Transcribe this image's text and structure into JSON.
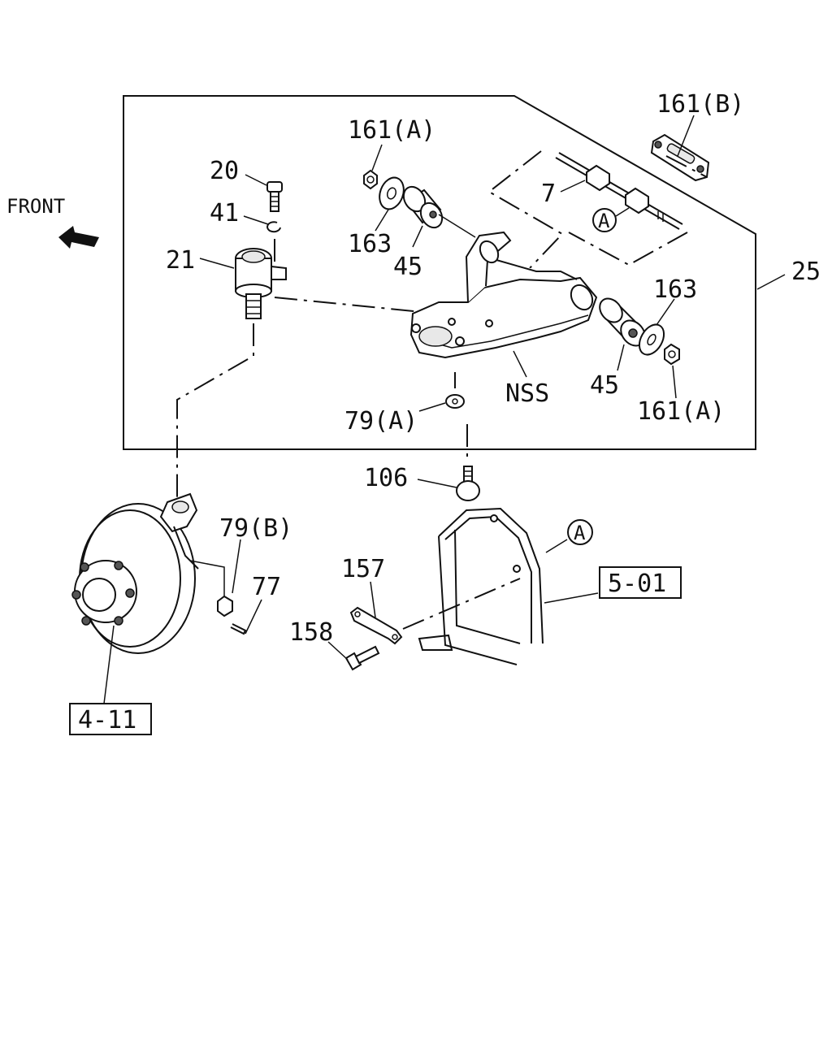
{
  "labels": {
    "front": "FRONT",
    "p20": "20",
    "p41": "41",
    "p21": "21",
    "p161a_top": "161(A)",
    "p163_top": "163",
    "p45_top": "45",
    "p161b": "161(B)",
    "p7": "7",
    "callout_a_top": "A",
    "p25": "25",
    "p163_right": "163",
    "p45_right": "45",
    "p161a_right": "161(A)",
    "nss": "NSS",
    "p79a": "79(A)",
    "p106": "106",
    "p79b": "79(B)",
    "p77": "77",
    "p157": "157",
    "p158": "158",
    "callout_a_bottom": "A",
    "ref_501": "5-01",
    "ref_411": "4-11"
  }
}
